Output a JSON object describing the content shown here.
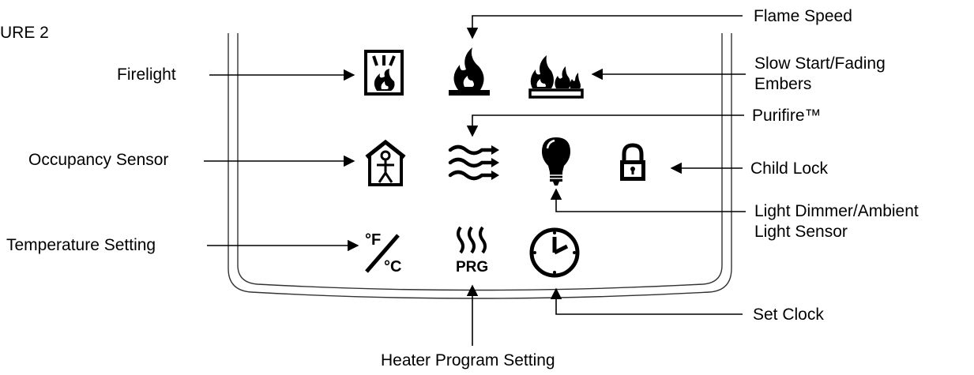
{
  "figure": {
    "label": "URE 2"
  },
  "labels": {
    "flame_speed": "Flame Speed",
    "firelight": "Firelight",
    "slow_start_line1": "Slow Start/Fading",
    "slow_start_line2": "Embers",
    "purifire": "Purifire™",
    "occupancy_sensor": "Occupancy Sensor",
    "child_lock": "Child Lock",
    "light_dimmer_line1": "Light Dimmer/Ambient",
    "light_dimmer_line2": "Light Sensor",
    "temperature_setting": "Temperature Setting",
    "set_clock": "Set Clock",
    "heater_program_setting": "Heater Program Setting"
  },
  "icons": {
    "temperature": {
      "deg_f": "°F",
      "deg_c": "°C"
    },
    "heater_program": {
      "text": "PRG"
    }
  },
  "colors": {
    "ink": "#000000",
    "background": "#ffffff",
    "panel_outline": "#333333"
  }
}
